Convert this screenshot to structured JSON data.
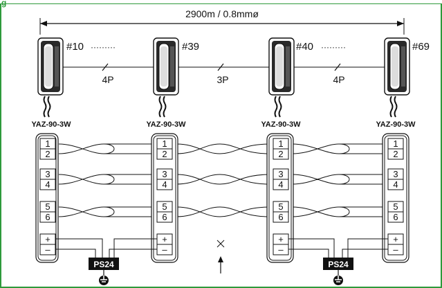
{
  "header_fragment": "g",
  "colors": {
    "border": "#2e9a3b",
    "header_text": "#2e9a3b",
    "ps_fill": "#111111",
    "line": "#111111"
  },
  "distance_label": "2900m / 0.8mmø",
  "handsets": [
    {
      "id": "#10",
      "model": "YAZ-90-3W",
      "has_dots": true
    },
    {
      "id": "#39",
      "model": "YAZ-90-3W",
      "has_dots": false
    },
    {
      "id": "#40",
      "model": "YAZ-90-3W",
      "has_dots": true
    },
    {
      "id": "#69",
      "model": "YAZ-90-3W",
      "has_dots": false
    }
  ],
  "dots_text": "·········",
  "segments": [
    {
      "label": "4P"
    },
    {
      "label": "3P"
    },
    {
      "label": "4P"
    }
  ],
  "terminal_labels": [
    "1",
    "2",
    "3",
    "4",
    "5",
    "6",
    "+",
    "–"
  ],
  "power_supplies": [
    {
      "label": "PS24"
    },
    {
      "label": "PS24"
    }
  ],
  "icons": {
    "handset": "intercom-handset-icon",
    "ground": "ground-icon",
    "break_marker": "x-marker-icon",
    "arrow": "arrow-up-icon"
  }
}
